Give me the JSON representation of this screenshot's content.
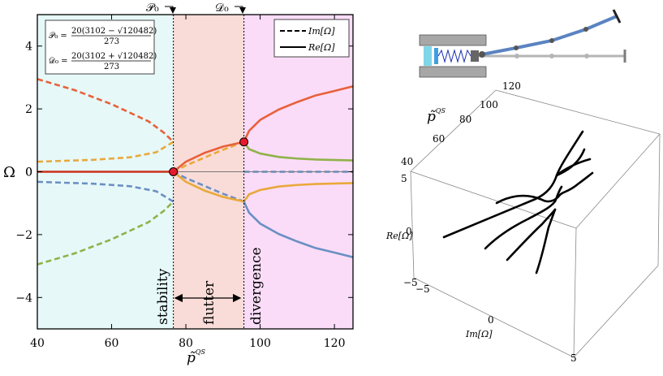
{
  "chart_data": [
    {
      "type": "line",
      "xlabel": "p̃",
      "xlabel_sup": "QS",
      "ylabel": "Ω",
      "xlim": [
        40,
        125
      ],
      "ylim": [
        -5,
        5
      ],
      "xticks": [
        40,
        60,
        80,
        100,
        120
      ],
      "xtick_labels": [
        "40",
        "60",
        "80",
        "100",
        "120"
      ],
      "yticks": [
        -4,
        -2,
        0,
        2,
        4
      ],
      "ytick_labels": [
        "−4",
        "−2",
        "0",
        "2",
        "4"
      ],
      "legend": {
        "position": "top-right",
        "entries": [
          {
            "style": "dashed",
            "label": "Im[Ω]"
          },
          {
            "style": "solid",
            "label": "Re[Ω]"
          }
        ]
      },
      "formula_box": {
        "line1_lhs": "𝒫₀ =",
        "line1_num": "20(3102 − √120482)",
        "line1_den": "273",
        "line2_lhs": "𝒟₀ =",
        "line2_num": "20(3102 + √120482)",
        "line2_den": "273"
      },
      "critical_points": [
        {
          "label": "𝒫₀",
          "x": 76.63
        },
        {
          "label": "𝒟₀",
          "x": 95.63
        }
      ],
      "regions": [
        {
          "label": "stability",
          "x": [
            40,
            76.63
          ],
          "color": "#e6f8f8"
        },
        {
          "label": "flutter",
          "x": [
            76.63,
            95.63
          ],
          "color": "#f9dcd8"
        },
        {
          "label": "divergence",
          "x": [
            95.63,
            125
          ],
          "color": "#fadcf8"
        }
      ],
      "markers": [
        {
          "x": 76.63,
          "y": 0.0,
          "color": "#e8192c"
        },
        {
          "x": 95.63,
          "y": 0.95,
          "color": "#e8192c"
        }
      ],
      "series": [
        {
          "color": "#e9603a",
          "style": "dashed",
          "points": [
            [
              40,
              2.95
            ],
            [
              50,
              2.6
            ],
            [
              60,
              2.15
            ],
            [
              70,
              1.6
            ],
            [
              74,
              1.25
            ],
            [
              76.63,
              0.95
            ]
          ]
        },
        {
          "color": "#90b24a",
          "style": "dashed",
          "points": [
            [
              40,
              -2.95
            ],
            [
              50,
              -2.6
            ],
            [
              60,
              -2.15
            ],
            [
              70,
              -1.6
            ],
            [
              74,
              -1.25
            ],
            [
              76.63,
              -0.95
            ]
          ]
        },
        {
          "color": "#e9a83a",
          "style": "dashed",
          "points": [
            [
              40,
              0.32
            ],
            [
              55,
              0.38
            ],
            [
              65,
              0.46
            ],
            [
              72,
              0.62
            ],
            [
              76.63,
              0.95
            ]
          ]
        },
        {
          "color": "#6a8fc3",
          "style": "dashed",
          "points": [
            [
              40,
              -0.32
            ],
            [
              55,
              -0.38
            ],
            [
              65,
              -0.46
            ],
            [
              72,
              -0.62
            ],
            [
              76.63,
              -0.95
            ]
          ]
        },
        {
          "color": "#e9a83a",
          "style": "dashed",
          "points": [
            [
              76.63,
              0.0
            ],
            [
              80,
              0.2
            ],
            [
              85,
              0.45
            ],
            [
              90,
              0.7
            ],
            [
              95.63,
              0.95
            ]
          ]
        },
        {
          "color": "#6a8fc3",
          "style": "dashed",
          "points": [
            [
              76.63,
              0.0
            ],
            [
              80,
              -0.2
            ],
            [
              85,
              -0.45
            ],
            [
              90,
              -0.7
            ],
            [
              95.63,
              -0.95
            ]
          ]
        },
        {
          "color": "#e9603a",
          "style": "solid",
          "points": [
            [
              76.63,
              0.0
            ],
            [
              80,
              0.32
            ],
            [
              85,
              0.6
            ],
            [
              90,
              0.8
            ],
            [
              95.63,
              0.95
            ]
          ]
        },
        {
          "color": "#e9a83a",
          "style": "solid",
          "points": [
            [
              76.63,
              0.0
            ],
            [
              80,
              -0.32
            ],
            [
              85,
              -0.6
            ],
            [
              90,
              -0.8
            ],
            [
              95.63,
              -0.95
            ]
          ]
        },
        {
          "color": "#e9603a",
          "style": "solid",
          "points": [
            [
              95.63,
              0.95
            ],
            [
              97,
              1.3
            ],
            [
              100,
              1.65
            ],
            [
              105,
              1.98
            ],
            [
              110,
              2.22
            ],
            [
              115,
              2.43
            ],
            [
              120,
              2.57
            ],
            [
              125,
              2.72
            ]
          ]
        },
        {
          "color": "#90b24a",
          "style": "solid",
          "points": [
            [
              95.63,
              0.95
            ],
            [
              97,
              0.72
            ],
            [
              100,
              0.58
            ],
            [
              105,
              0.47
            ],
            [
              110,
              0.42
            ],
            [
              115,
              0.39
            ],
            [
              125,
              0.36
            ]
          ]
        },
        {
          "color": "#e9a83a",
          "style": "solid",
          "points": [
            [
              95.63,
              -0.95
            ],
            [
              97,
              -0.72
            ],
            [
              100,
              -0.58
            ],
            [
              105,
              -0.47
            ],
            [
              110,
              -0.42
            ],
            [
              115,
              -0.39
            ],
            [
              125,
              -0.36
            ]
          ]
        },
        {
          "color": "#6a8fc3",
          "style": "solid",
          "points": [
            [
              95.63,
              -0.95
            ],
            [
              97,
              -1.3
            ],
            [
              100,
              -1.65
            ],
            [
              105,
              -1.98
            ],
            [
              110,
              -2.22
            ],
            [
              115,
              -2.43
            ],
            [
              120,
              -2.57
            ],
            [
              125,
              -2.72
            ]
          ]
        },
        {
          "color": "#e9a83a",
          "style": "dashed",
          "points": [
            [
              95.63,
              0.0
            ],
            [
              125,
              0.0
            ]
          ]
        },
        {
          "color": "#6a8fc3",
          "style": "dashed",
          "points": [
            [
              95.63,
              0.0
            ],
            [
              125,
              0.0
            ]
          ]
        },
        {
          "color": "#c8311c",
          "style": "solid",
          "points": [
            [
              40,
              0.0
            ],
            [
              76.63,
              0.0
            ]
          ]
        }
      ]
    },
    {
      "type": "line",
      "plot": "3d-curves",
      "xlabel": "Im[Ω]",
      "ylabel": "p̃",
      "ylabel_sup": "QS",
      "zlabel": "Re[Ω]",
      "im_ticks": [
        "−5",
        "0",
        "5"
      ],
      "p_ticks": [
        "40",
        "60",
        "80",
        "100",
        "120"
      ],
      "re_ticks": [
        "−5",
        "0",
        "5"
      ]
    }
  ]
}
